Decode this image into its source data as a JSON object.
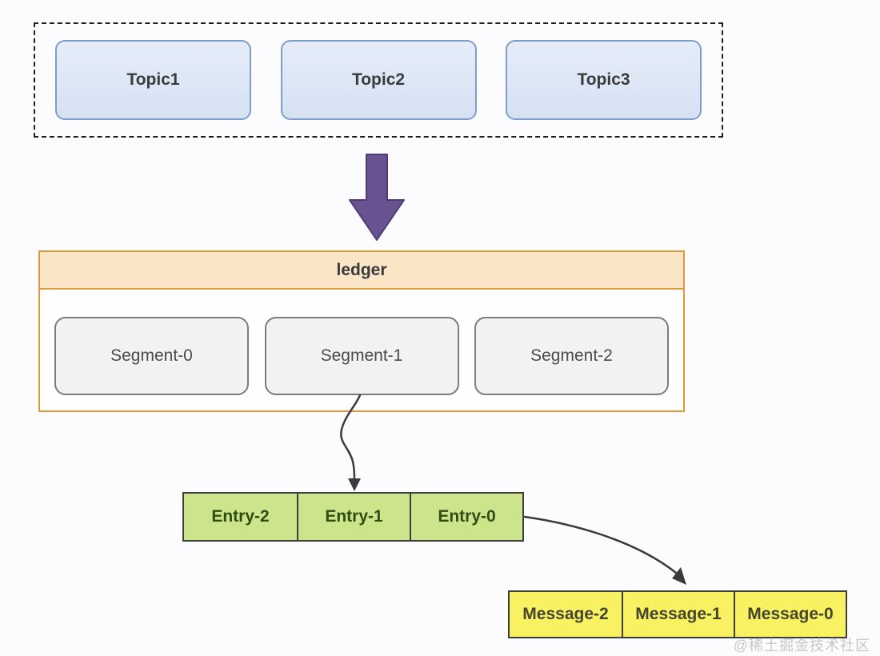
{
  "topics": {
    "items": [
      "Topic1",
      "Topic2",
      "Topic3"
    ]
  },
  "ledger": {
    "title": "ledger",
    "segments": [
      "Segment-0",
      "Segment-1",
      "Segment-2"
    ]
  },
  "entries": {
    "cells": [
      "Entry-2",
      "Entry-1",
      "Entry-0"
    ]
  },
  "messages": {
    "cells": [
      "Message-2",
      "Message-1",
      "Message-0"
    ]
  },
  "watermark": {
    "text": "@稀土掘金技术社区"
  },
  "colors": {
    "topic_fill": "#dce6f5",
    "topic_border": "#7f9dca",
    "purple_arrow_fill": "#685390",
    "purple_arrow_border": "#4d3c73",
    "ledger_border": "#e09a3e",
    "ledger_header_fill": "#fbe5c7",
    "segment_fill": "#f2f2f1",
    "segment_border": "#7c7c7c",
    "entry_fill": "#cde58a",
    "entry_text": "#2e4d14",
    "message_fill": "#f8f263",
    "message_text": "#45452e",
    "connector_stroke": "#3b3b3b"
  }
}
